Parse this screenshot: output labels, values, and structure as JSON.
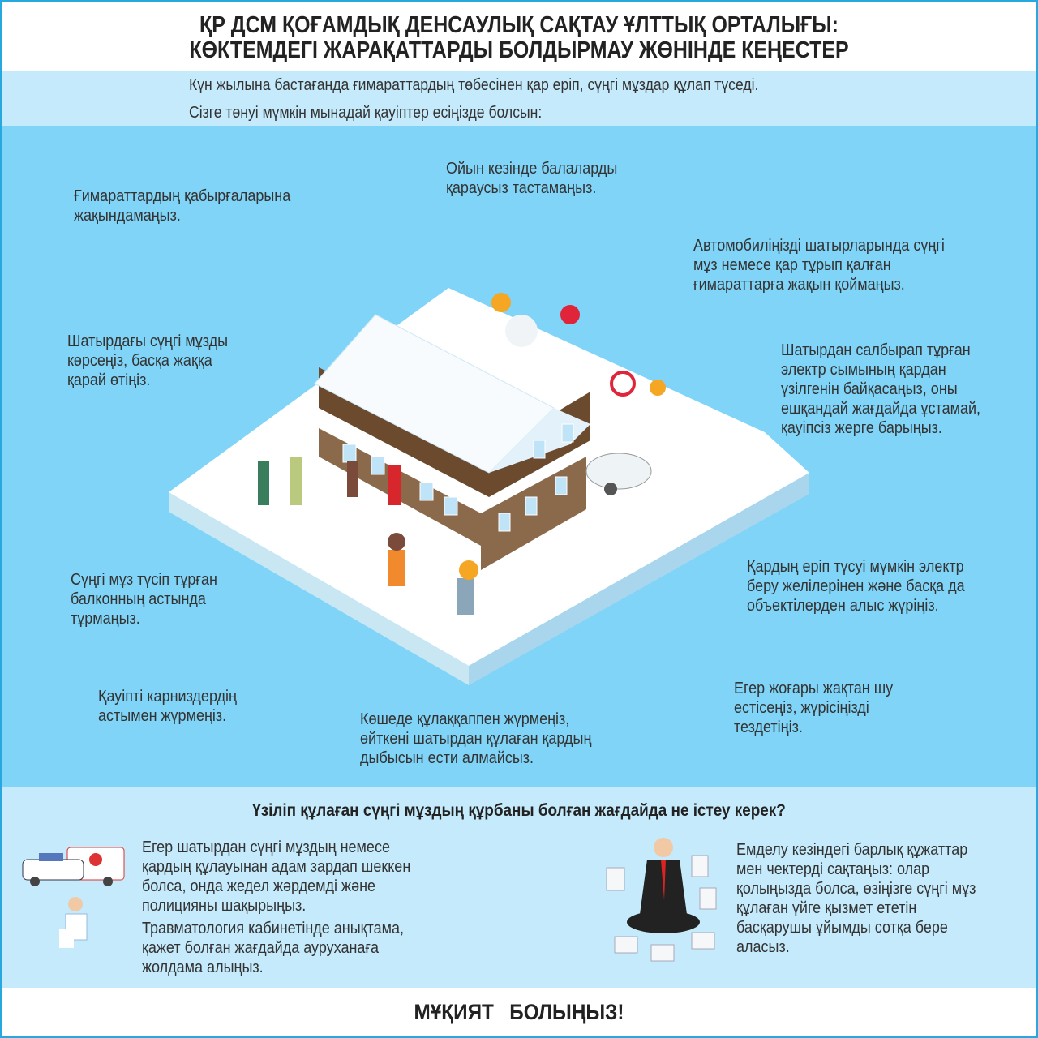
{
  "header": {
    "title_line1": "ҚР ДСМ ҚОҒАМДЫҚ ДЕНСАУЛЫҚ САҚТАУ ҰЛТТЫҚ ОРТАЛЫҒЫ:",
    "title_line2": "КӨКТЕМДЕГІ ЖАРАҚАТТАРДЫ БОЛДЫРМАУ ЖӨНІНДЕ КЕҢЕСТЕР"
  },
  "intro": {
    "line1": "Күн жылына бастағанда ғимараттардың төбесінен қар еріп, сүңгі мұздар құлап түседі.",
    "line2": "Сізге төнуі мүмкін мынадай қауіптер есіңізде болсын:"
  },
  "tips": [
    "Ғимараттардың қабырғаларына\nжақындамаңыз.",
    "Ойын кезінде балаларды\nқараусыз тастамаңыз.",
    "Автомобиліңізді шатырларында сүңгі\nмұз немесе қар тұрып қалған\nғимараттарға жақын қоймаңыз.",
    "Шатырдағы сүңгі мұзды\nкөрсеңіз, басқа жаққа\nқарай өтіңіз.",
    "Шатырдан салбырап тұрған\nэлектр сымының қардан\nүзілгенін байқасаңыз, оны\nешқандай жағдайда ұстамай,\nқауіпсіз жерге барыңыз.",
    "Сүңгі мұз түсіп тұрған\nбалконның астында\nтұрмаңыз.",
    "Қардың еріп түсуі мүмкін электр\nберу желілерінен және басқа да\nобъектілерден алыс жүріңіз.",
    "Қауіпті карниздердің\nастымен жүрмеңіз.",
    "Көшеде құлаққаппен жүрмеңіз,\nөйткені шатырдан құлаған қардың\nдыбысын ести алмайсыз.",
    "Егер жоғары жақтан шу\nестісеңіз, жүрісіңізді\nтездетіңіз."
  ],
  "help": {
    "title": "Үзіліп құлаған сүңгі мұздың құрбаны болған жағдайда не істеу керек?",
    "left1": "Егер шатырдан сүңгі мұздың немесе\nқардың құлауынан адам зардап шеккен\nболса, онда жедел жәрдемді және\nполицияны шақырыңыз.",
    "left2": "Травматология кабинетінде анықтама,\nқажет болған жағдайда ауруханаға\nжолдама алыңыз.",
    "right": "Емделу кезіндегі барлық құжаттар\nмен чектерді сақтаңыз: олар\nқолыңызда болса, өзіңізге сүңгі мұз\nқұлаған үйге қызмет ететін\nбасқарушы ұйымды сотқа бере\nаласыз."
  },
  "footer": {
    "text": "МҰҚИЯТ БОЛЫҢЫЗ!"
  },
  "colors": {
    "border": "#29a8e0",
    "light": "#c4eafb",
    "main": "#7fd4f8"
  }
}
